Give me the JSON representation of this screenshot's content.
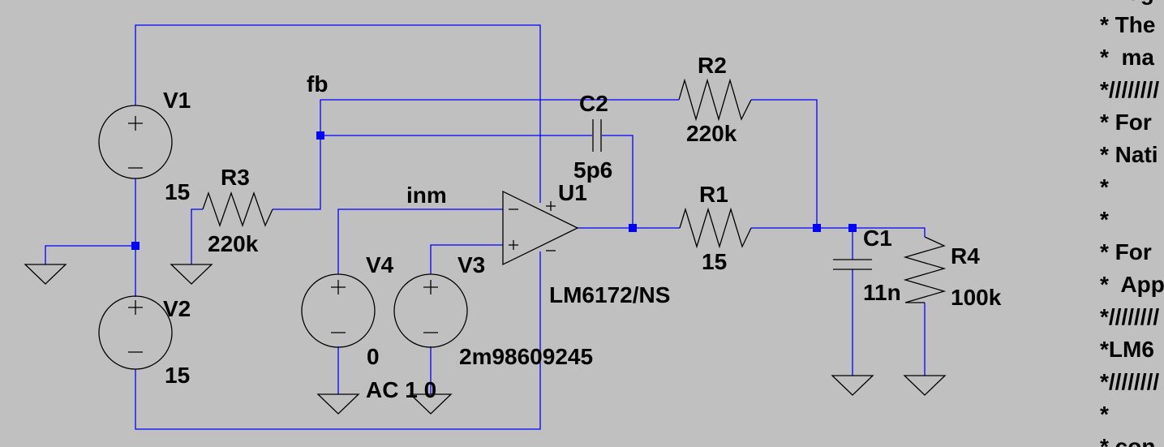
{
  "components": {
    "V1": {
      "name": "V1",
      "value": "15"
    },
    "V2": {
      "name": "V2",
      "value": "15"
    },
    "V3": {
      "name": "V3",
      "value": "2m98609245"
    },
    "V4": {
      "name": "V4",
      "value": "0",
      "extra": "AC 1 0"
    },
    "R1": {
      "name": "R1",
      "value": "15"
    },
    "R2": {
      "name": "R2",
      "value": "220k"
    },
    "R3": {
      "name": "R3",
      "value": "220k"
    },
    "R4": {
      "name": "R4",
      "value": "100k"
    },
    "C1": {
      "name": "C1",
      "value": "11n"
    },
    "C2": {
      "name": "C2",
      "value": "5p6"
    },
    "U1": {
      "name": "U1",
      "value": "LM6172/NS"
    }
  },
  "nets": {
    "fb": "fb",
    "inm": "inm"
  },
  "comments": [
    "  Log",
    "* The",
    "*  ma",
    "*////////",
    "* For",
    "* Nati",
    "*",
    "*",
    "* For",
    "*  App",
    "*////////",
    "*LM6",
    "*////////",
    "*",
    "* con"
  ],
  "colors": {
    "background": "#c0c0c0",
    "wire": "#0000ff",
    "component": "#000000"
  }
}
